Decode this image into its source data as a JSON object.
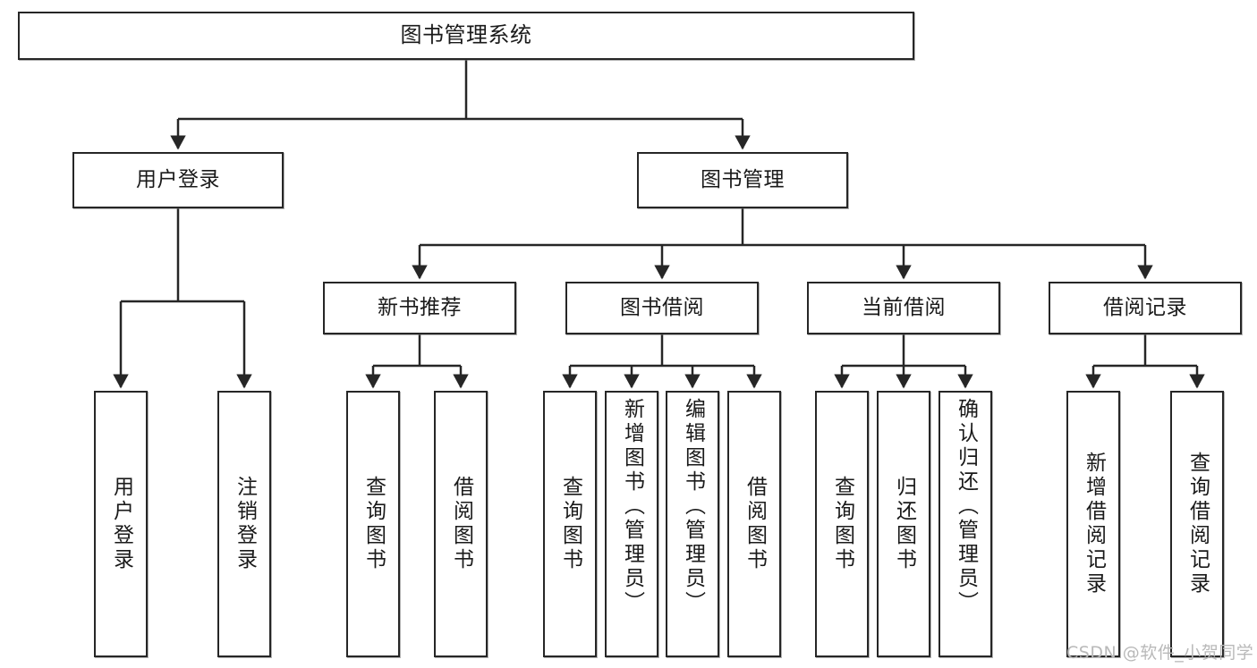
{
  "diagram": {
    "type": "tree-hierarchy",
    "title": "图书管理系统",
    "watermark": "CSDN @软件_小贺同学",
    "colors": {
      "node_border": "#262626",
      "node_fill": "#ffffff",
      "connector": "#262626",
      "background": "#ffffff",
      "watermark": "#b9b9b9"
    },
    "nodes": {
      "root": {
        "label": "图书管理系统"
      },
      "level2": [
        {
          "id": "user-login",
          "label": "用户登录"
        },
        {
          "id": "book-manage",
          "label": "图书管理"
        }
      ],
      "level3": [
        {
          "id": "new-book-rec",
          "label": "新书推荐"
        },
        {
          "id": "book-borrow",
          "label": "图书借阅"
        },
        {
          "id": "current-borrow",
          "label": "当前借阅"
        },
        {
          "id": "borrow-record",
          "label": "借阅记录"
        }
      ],
      "leaves": [
        {
          "id": "leaf-user-login",
          "label": "用户登录",
          "parent": "user-login"
        },
        {
          "id": "leaf-logout",
          "label": "注销登录",
          "parent": "user-login"
        },
        {
          "id": "leaf-query-book-1",
          "label": "查询图书",
          "parent": "new-book-rec"
        },
        {
          "id": "leaf-borrow-book-1",
          "label": "借阅图书",
          "parent": "new-book-rec"
        },
        {
          "id": "leaf-query-book-2",
          "label": "查询图书",
          "parent": "book-borrow"
        },
        {
          "id": "leaf-add-book",
          "label": "新增图书（管理员）",
          "parent": "book-borrow"
        },
        {
          "id": "leaf-edit-book",
          "label": "编辑图书（管理员）",
          "parent": "book-borrow"
        },
        {
          "id": "leaf-borrow-book-2",
          "label": "借阅图书",
          "parent": "book-borrow"
        },
        {
          "id": "leaf-query-book-3",
          "label": "查询图书",
          "parent": "current-borrow"
        },
        {
          "id": "leaf-return-book",
          "label": "归还图书",
          "parent": "current-borrow"
        },
        {
          "id": "leaf-confirm-return",
          "label": "确认归还（管理员）",
          "parent": "current-borrow"
        },
        {
          "id": "leaf-add-record",
          "label": "新增借阅记录",
          "parent": "borrow-record"
        },
        {
          "id": "leaf-query-record",
          "label": "查询借阅记录",
          "parent": "borrow-record"
        }
      ]
    }
  }
}
